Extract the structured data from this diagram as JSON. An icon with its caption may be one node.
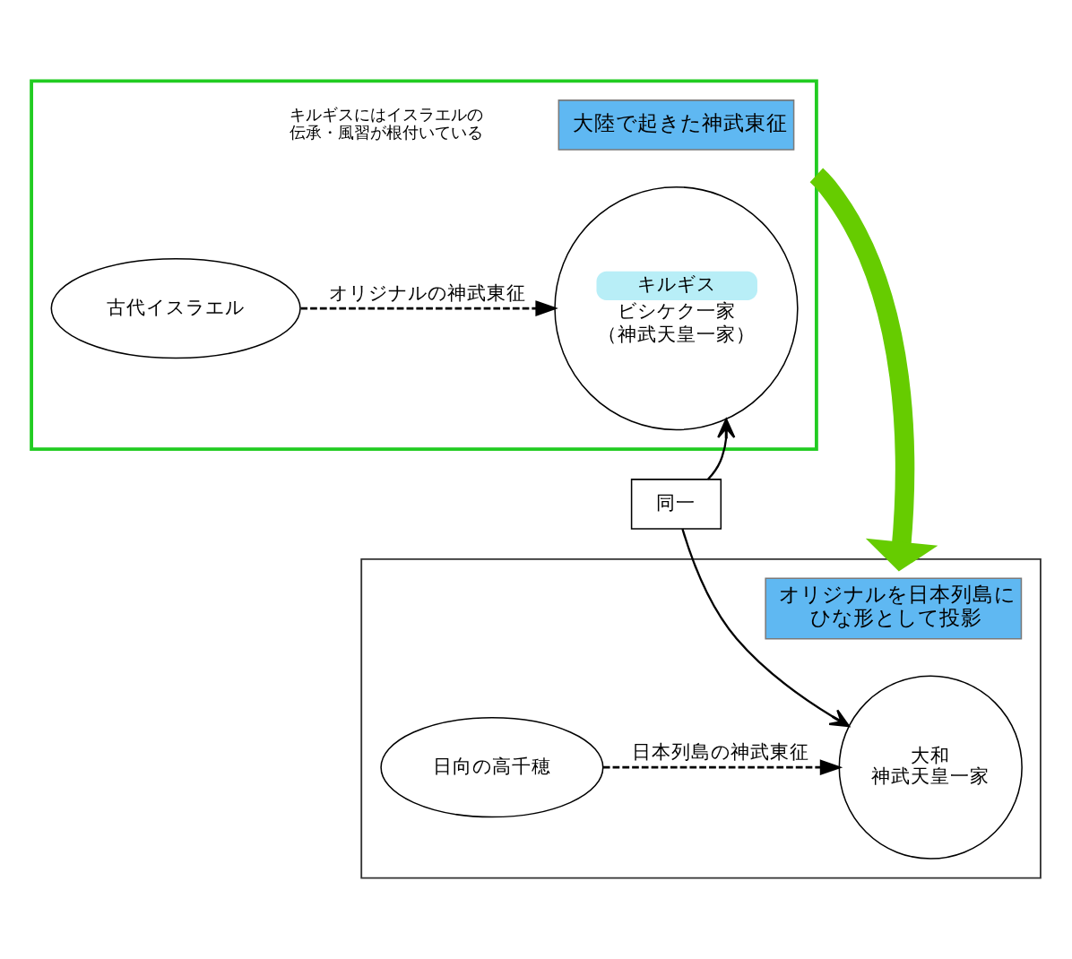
{
  "diagram": {
    "nodes": [
      {
        "text": [],
        "shape": "box"
      },
      {
        "text": [
          "大陸で起きた神武東征"
        ],
        "in": 0
      },
      {
        "text": [
          "古代イスラエル"
        ],
        "in": 0
      },
      {
        "text": [
          "キルギス",
          "ビシケク一家",
          "（神武天皇一家）"
        ],
        "in": 0
      },
      {
        "text": [
          "同一"
        ]
      },
      {
        "text": [],
        "shape": "box"
      },
      {
        "text": [
          "オリジナルを日本列島にひな形として投影"
        ],
        "in": 5
      },
      {
        "text": [
          "日向の高千穂"
        ],
        "in": 5
      },
      {
        "text": [
          "大和",
          "神武天皇一家"
        ],
        "in": 5
      }
    ],
    "edges": [
      {
        "from": 2,
        "to": 3,
        "arrow": "to",
        "label": "オリジナルの神武東征",
        "style": "dashed"
      },
      {
        "from": 4,
        "to": 3,
        "arrow": "to"
      },
      {
        "from": 0,
        "to": 5,
        "arrow": "to",
        "style": "thick",
        "color": "#66cc00"
      },
      {
        "from": 4,
        "to": 8,
        "arrow": "to"
      },
      {
        "from": 7,
        "to": 8,
        "arrow": "to",
        "label": "日本列島の神武東征",
        "style": "dashed"
      }
    ],
    "labels": [
      "キルギスにはイスラエルの伝承・風習が根付いている"
    ]
  }
}
